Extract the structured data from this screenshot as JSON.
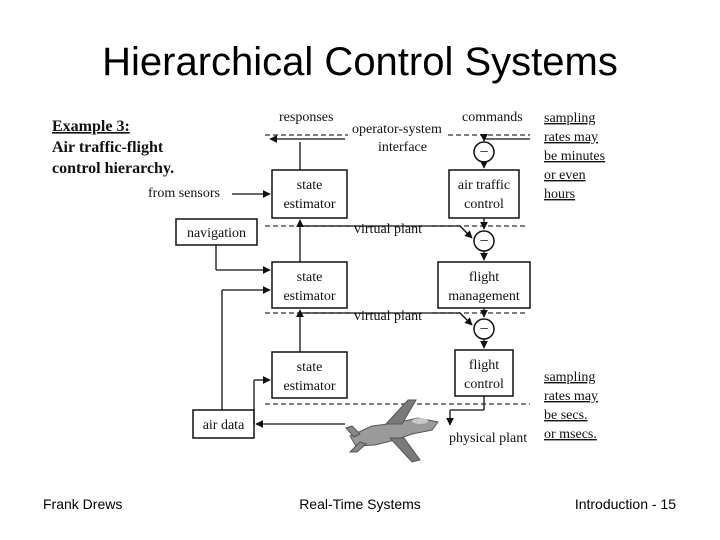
{
  "slide": {
    "title": "Hierarchical Control Systems",
    "footer_left": "Frank Drews",
    "footer_center": "Real-Time Systems",
    "footer_right": "Introduction - 15"
  },
  "diagram": {
    "example_heading": "Example 3:",
    "example_text": [
      "Air traffic-flight",
      "control hierarchy."
    ],
    "top_labels": {
      "responses": "responses",
      "interface": [
        "operator-system",
        "interface"
      ],
      "commands": "commands"
    },
    "from_sensors": "from sensors",
    "navigation": "navigation",
    "air_data": "air data",
    "state_estimator": [
      "state",
      "estimator"
    ],
    "air_traffic_control": [
      "air traffic",
      "control"
    ],
    "flight_management": [
      "flight",
      "management"
    ],
    "flight_control": [
      "flight",
      "control"
    ],
    "virtual_plant": "virtual plant",
    "physical_plant": "physical plant",
    "sampling_top": [
      "sampling",
      "rates may",
      "be minutes",
      "or even",
      "hours"
    ],
    "sampling_bottom": [
      "sampling",
      "rates may",
      "be secs.",
      "or msecs."
    ],
    "comparator_symbol": "−"
  }
}
